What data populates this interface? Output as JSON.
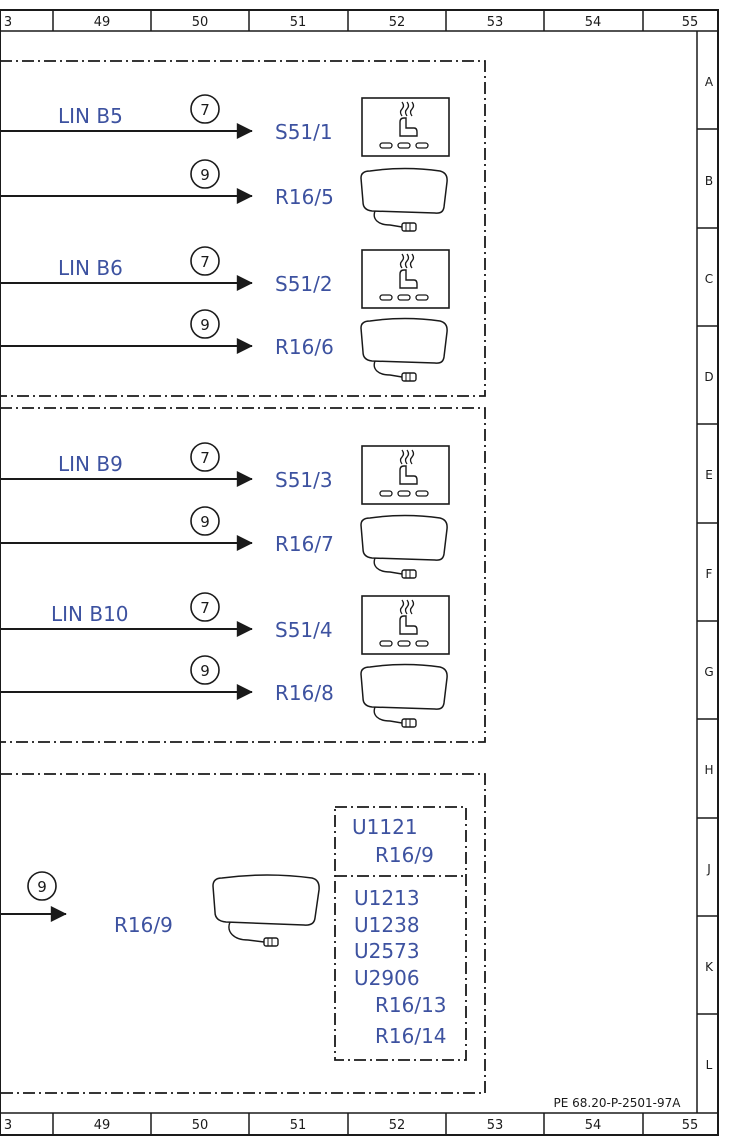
{
  "colors": {
    "ink": "#1a1a1a",
    "label": "#3d52a0",
    "background": "#ffffff"
  },
  "columns": [
    "3",
    "49",
    "50",
    "51",
    "52",
    "53",
    "54",
    "55"
  ],
  "rows": [
    "A",
    "B",
    "C",
    "D",
    "E",
    "F",
    "G",
    "H",
    "J",
    "K",
    "L"
  ],
  "signals": [
    {
      "bus": "LIN B5",
      "marker": "7",
      "target": "S51/1",
      "device": "seat-heater-switch-icon"
    },
    {
      "bus": "",
      "marker": "9",
      "target": "R16/5",
      "device": "seat-heating-mat-icon"
    },
    {
      "bus": "LIN B6",
      "marker": "7",
      "target": "S51/2",
      "device": "seat-heater-switch-icon"
    },
    {
      "bus": "",
      "marker": "9",
      "target": "R16/6",
      "device": "seat-heating-mat-icon"
    },
    {
      "bus": "LIN B9",
      "marker": "7",
      "target": "S51/3",
      "device": "seat-heater-switch-icon"
    },
    {
      "bus": "",
      "marker": "9",
      "target": "R16/7",
      "device": "seat-heating-mat-icon"
    },
    {
      "bus": "LIN B10",
      "marker": "7",
      "target": "S51/4",
      "device": "seat-heater-switch-icon"
    },
    {
      "bus": "",
      "marker": "9",
      "target": "R16/8",
      "device": "seat-heating-mat-icon"
    }
  ],
  "lower_group": {
    "marker": "9",
    "target": "R16/9",
    "device": "seat-heating-mat-icon",
    "box_top": [
      "U1121",
      "R16/9"
    ],
    "box_bottom": [
      "U1213",
      "U1238",
      "U2573",
      "U2906",
      "R16/13",
      "R16/14"
    ]
  },
  "doc_ref": "PE 68.20-P-2501-97A"
}
